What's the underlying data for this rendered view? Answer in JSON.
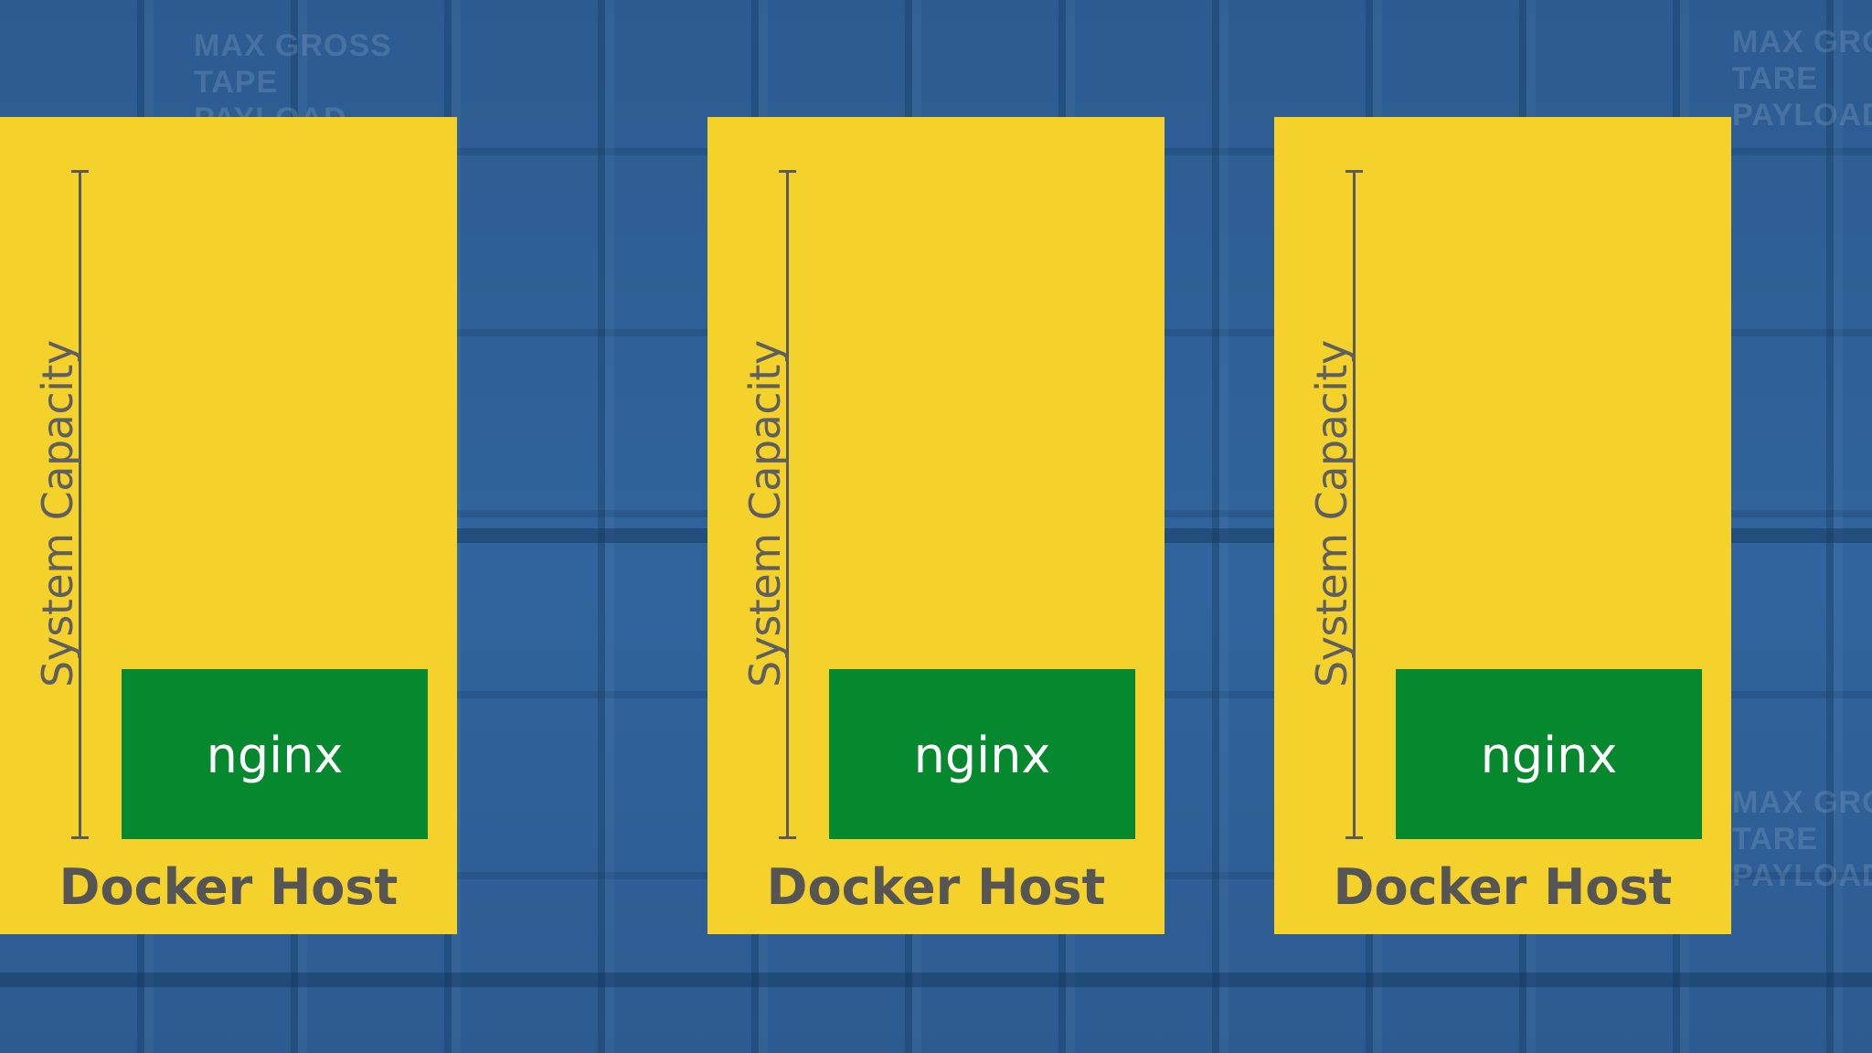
{
  "background": {
    "color": "#2f5f95",
    "stencils": [
      "MAX GROSS\nTAPE\nPAYLOAD",
      "MAX GROSS\nTARE\nPAYLOAD",
      "MAX GROSS\nTARE\nPAYLOAD"
    ]
  },
  "colors": {
    "host": "#f5d22b",
    "container": "#06892e",
    "host_text": "#555555",
    "capacity_line": "#5b5b5b"
  },
  "hosts": [
    {
      "label": "Docker Host",
      "capacity_label": "System Capacity",
      "container_label": "nginx"
    },
    {
      "label": "Docker Host",
      "capacity_label": "System Capacity",
      "container_label": "nginx"
    },
    {
      "label": "Docker Host",
      "capacity_label": "System Capacity",
      "container_label": "nginx"
    }
  ]
}
